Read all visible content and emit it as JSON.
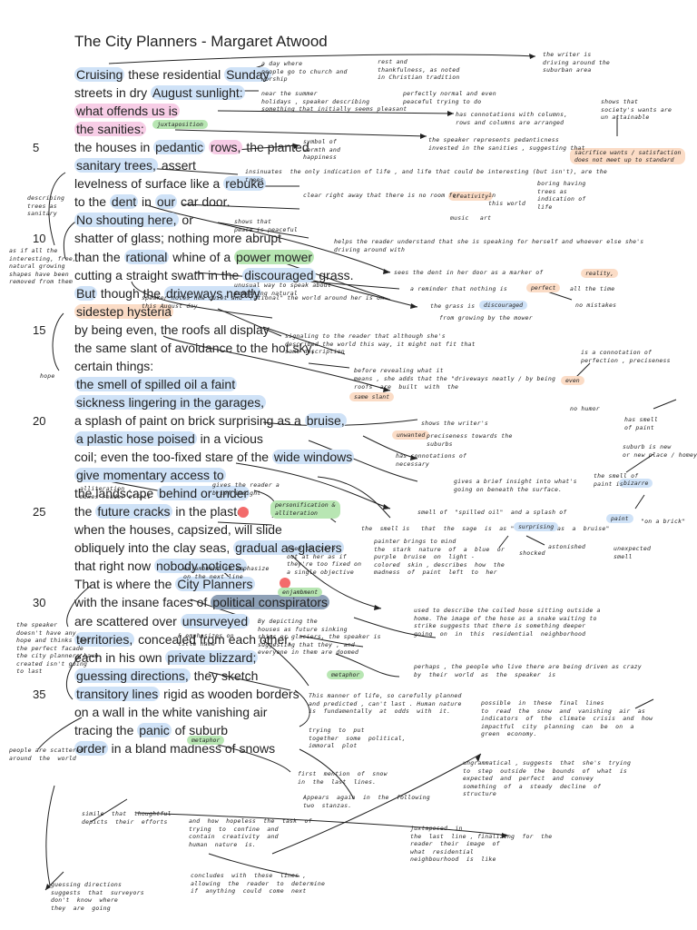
{
  "title": "The City Planners - Margaret Atwood",
  "line_numbers": [
    "5",
    "10",
    "15",
    "20",
    "25",
    "30",
    "35"
  ],
  "lines": [
    [
      {
        "t": "Cruising",
        "h": "b"
      },
      {
        "t": " these residential "
      },
      {
        "t": "Sunday",
        "h": "b"
      }
    ],
    [
      {
        "t": "streets in dry "
      },
      {
        "t": "August sunlight:",
        "h": "b"
      }
    ],
    [
      {
        "t": "what offends us is",
        "h": "p"
      }
    ],
    [
      {
        "t": "the sanities:",
        "h": "p"
      }
    ],
    [
      {
        "t": "the houses in "
      },
      {
        "t": "pedantic",
        "h": "b"
      },
      {
        "t": " "
      },
      {
        "t": "rows,",
        "h": "p"
      },
      {
        "t": " the planted"
      }
    ],
    [
      {
        "t": "sanitary trees,",
        "h": "b"
      },
      {
        "t": " assert"
      }
    ],
    [
      {
        "t": "levelness of surface like a "
      },
      {
        "t": "rebuke",
        "h": "b"
      }
    ],
    [
      {
        "t": "to the "
      },
      {
        "t": "dent",
        "h": "b"
      },
      {
        "t": " in "
      },
      {
        "t": "our",
        "h": "b"
      },
      {
        "t": " car door."
      }
    ],
    [
      {
        "t": "No shouting here,",
        "h": "b"
      },
      {
        "t": " or"
      }
    ],
    [
      {
        "t": "shatter of glass; nothing more abrupt"
      }
    ],
    [
      {
        "t": "than the "
      },
      {
        "t": "rational",
        "h": "b"
      },
      {
        "t": " whine of a "
      },
      {
        "t": "power mower",
        "h": "g"
      }
    ],
    [
      {
        "t": "cutting a straight swath in the "
      },
      {
        "t": "discouraged",
        "h": "b"
      },
      {
        "t": " grass."
      }
    ],
    [
      {
        "t": "But",
        "h": "b"
      },
      {
        "t": " though the "
      },
      {
        "t": "driveways neatly",
        "h": "b"
      }
    ],
    [
      {
        "t": "sidestep hysteria",
        "h": "o"
      }
    ],
    [
      {
        "t": "by being even, the roofs all display"
      }
    ],
    [
      {
        "t": "the same slant of avoidance to the hot sky,"
      }
    ],
    [
      {
        "t": "certain things:"
      }
    ],
    [
      {
        "t": "the smell of spilled oil a faint",
        "h": "b"
      }
    ],
    [
      {
        "t": "sickness lingering in the garages,",
        "h": "b"
      }
    ],
    [
      {
        "t": "a splash of paint on brick surprising as a "
      },
      {
        "t": "bruise,",
        "h": "b"
      }
    ],
    [
      {
        "t": "a plastic hose poised",
        "h": "b"
      },
      {
        "t": " in a vicious"
      }
    ],
    [
      {
        "t": "coil; even the too-fixed stare of the "
      },
      {
        "t": "wide windows",
        "h": "b"
      }
    ],
    [
      {
        "t": "give momentary access to",
        "h": "b"
      }
    ],
    [
      {
        "t": "the landscape "
      },
      {
        "t": "behind or under",
        "h": "b"
      }
    ],
    [
      {
        "t": "the "
      },
      {
        "t": "future cracks",
        "h": "b"
      },
      {
        "t": " in the plaster"
      }
    ],
    [
      {
        "t": "when the houses, capsized, will slide"
      }
    ],
    [
      {
        "t": "obliquely into the clay seas, "
      },
      {
        "t": "gradual as glaciers",
        "h": "b"
      }
    ],
    [
      {
        "t": "that right now "
      },
      {
        "t": "nobody notices.",
        "h": "b"
      }
    ],
    [
      {
        "t": "That is where the "
      },
      {
        "t": "City Planners",
        "h": "b"
      }
    ],
    [
      {
        "t": "with the insane faces of "
      },
      {
        "t": "political conspirators",
        "h": "d"
      }
    ],
    [
      {
        "t": "are scattered over "
      },
      {
        "t": "unsurveyed",
        "h": "b"
      }
    ],
    [
      {
        "t": "territories,",
        "h": "b"
      },
      {
        "t": " concealed from each other,"
      }
    ],
    [
      {
        "t": "each in his own "
      },
      {
        "t": "private blizzard;",
        "h": "b"
      }
    ],
    [
      {
        "t": "guessing directions,",
        "h": "b"
      },
      {
        "t": " they sketch"
      }
    ],
    [
      {
        "t": "transitory lines",
        "h": "b"
      },
      {
        "t": " rigid as wooden borders"
      }
    ],
    [
      {
        "t": "on a wall in the white vanishing air"
      }
    ],
    [
      {
        "t": "tracing the "
      },
      {
        "t": "panic",
        "h": "b"
      },
      {
        "t": " of suburb"
      }
    ],
    [
      {
        "t": "order",
        "h": "b"
      },
      {
        "t": " in a bland madness of snows"
      }
    ]
  ],
  "tags": [
    {
      "t": "juxtaposition",
      "c": "g"
    },
    {
      "t": "sacrifice wants / satisfaction\ndoes not meet up to standard",
      "c": "o"
    },
    {
      "t": "creativity",
      "c": "o"
    },
    {
      "t": "reality,",
      "c": "o"
    },
    {
      "t": "perfect",
      "c": "o"
    },
    {
      "t": "discouraged",
      "c": "b"
    },
    {
      "t": "even",
      "c": "o"
    },
    {
      "t": "same slant",
      "c": "o"
    },
    {
      "t": "unwanted",
      "c": "o"
    },
    {
      "t": "bizarre",
      "c": "b"
    },
    {
      "t": "surprising",
      "c": "b"
    },
    {
      "t": "paint",
      "c": "b"
    },
    {
      "t": "personification &\nalliteration",
      "c": "g"
    },
    {
      "t": "enjambment",
      "c": "g"
    },
    {
      "t": "metaphor",
      "c": "g"
    },
    {
      "t": "metaphor",
      "c": "g"
    }
  ],
  "notes": [
    "the writer is\ndriving around the\nsuburban area",
    "a day where\npeople go to church and\nworship",
    "rest and\nthankfulness, as noted\nin Christian tradition",
    "near the summer\nholidays , speaker describing\nsomething that initially seems pleasant",
    "perfectly normal and even\npeaceful trying to do",
    "has connotations with columns,\nrows and columns are arranged",
    "shows that\nsociety's wants are\nun attainable",
    "symbol of\nwarmth and\nhappiness",
    "the speaker represents pedanticness\ninvested in the sanities , suggesting that",
    "insinuates  the only indication of life , and life that could be interesting (but isn't), are the\ntrees",
    "boring having\ntrees as\nindication of\nlife",
    "describing\ntrees as\nsanitary",
    "clear right away that there is no room for",
    "in\nthis world",
    "music   art",
    "shows that\npeace is peaceful",
    "as if all the\ninteresting, free,\nnatural growing\nshapes have been\nremoved from them",
    "helps the reader understand that she is speaking for herself and whoever else she's\ndriving around with",
    "sees the dent in her door as a marker of",
    "a reminder that nothing is",
    "all the time",
    "no mistakes",
    "unusual way to speak about\nsomething natural",
    "speaker notes how quiet and \"rational\" the world around her is on\nthis August day.",
    "the grass is",
    "from growing by the mower",
    "signaling to the reader that although she's\ndescribed the world this way, it might not fit that\nsame description",
    "hope",
    "is a connotation of\nperfection , preciseness",
    "before revealing what it\nmeans , she adds that the \"driveways neatly / by being",
    "roofs  are  built  with  the",
    "no humor",
    "shows the writer's",
    "preciseness towards the\nsuburbs",
    "has connotations of\nnecessary",
    "has smell\nof paint",
    "suburb is new\nor new place / homey",
    "gives a brief insight into what's\ngoing on beneath the surface.",
    "the smell of\npaint is",
    "alliteration ,\nmixes reader effect",
    "gives the reader a\nbrief insight",
    "smell of  \"spilled oil\"  and a splash of",
    "\"on a brick\"",
    "the  smell is   that  the  sage  is  as \"",
    "as  a  bruise\"",
    "painter brings to mind\nthe  stark  nature  of  a  blue  or\npurple  bruise  on  light -\ncolored  skin , describes  how  the\nmadness  of  paint  left  to  her",
    "shocked",
    "astonished",
    "unexpected\nsmell",
    "seem to stare\nout at her as if\nthey're too fixed on\na single objective",
    "enjambment to emphasize\non the next line",
    "used to describe the coiled hose sitting outside a\nhome. The image of the hose as a snake waiting to\nstrike suggests that there is something deeper\ngoing  on  in  this  residential  neighborhood",
    "perhaps , the people who live there are being driven as crazy\nby  their  world  as  the  speaker  is",
    "the speaker\ndoesn't have any\nhope and thinks that\nthe perfect facade\nthe city planners have\ncreated isn't going\nto last",
    "& emphasizes on\ntitle name",
    "By depicting the\nhouses as future sinking\nships or glaciers, the speaker is\nsuggesting that they , and\neveryone in them are doomed",
    "This manner of life, so carefully planned\nand predicted , can't last . Human nature\nis  fundamentally  at  odds  with  it.",
    "trying  to  put\ntogether  some  political,\nimmoral  plot",
    "possible  in  these  final  lines\nto  read  the  snow  and  vanishing  air  as\nindicators  of  the  climate  crisis  and  how\nimpactful  city  planning  can  be  on  a\ngreen  economy.",
    "people are scattered\naround  the  world",
    "first  mention  of  snow\nin  the  last  lines.",
    "Appears  again  in  the  following\ntwo  stanzas.",
    "ungrammatical , suggests  that  she's  trying\nto  step  outside  the  bounds  of  what  is\nexpected  and  perfect  and  convey\nsomething  of  a  steady  decline  of\nstructure",
    "simile  that  thoughtful\ndepicts  their  efforts",
    "and  how  hopeless  the  task  of\ntrying  to  confine  and\ncontain  creativity  and\nhuman  nature  is.",
    "juxtaposed  in\nthe  last  line , finalizing  for  the\nreader  their  image  of\nwhat  residential\nneighbourhood  is  like",
    "concludes  with  these  lines ,\nallowing  the  reader  to  determine\nif  anything  could  come  next",
    "guessing directions\nsuggests  that  surveyors\ndon't  know  where\nthey  are  going"
  ]
}
